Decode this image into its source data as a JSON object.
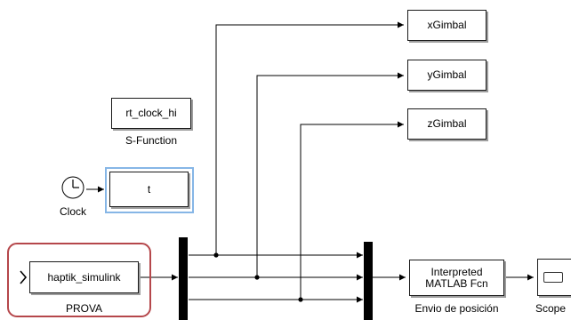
{
  "diagram": {
    "blocks": {
      "xgimbal": "xGimbal",
      "ygimbal": "yGimbal",
      "zgimbal": "zGimbal",
      "rt_clock": "rt_clock_hi",
      "t_block": "t",
      "haptik": "haptik_simulink",
      "interpreted_line1": "Interpreted",
      "interpreted_line2": "MATLAB Fcn"
    },
    "labels": {
      "sfunction": "S-Function",
      "clock": "Clock",
      "prova": "PROVA",
      "envio": "Envio de posición",
      "scope": "Scope"
    }
  }
}
